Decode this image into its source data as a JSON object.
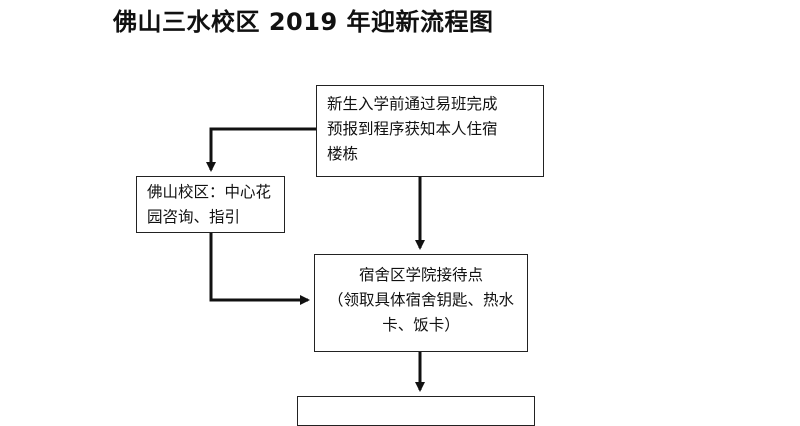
{
  "title": "佛山三水校区 2019 年迎新流程图",
  "steps": [
    {
      "lines": [
        "新生入学前通过易班完成",
        "预报到程序获知本人住宿",
        "楼栋"
      ]
    },
    {
      "lines": [
        "佛山校区：中心花",
        "园咨询、指引"
      ]
    },
    {
      "lines": [
        "宿舍区学院接待点",
        "（领取具体宿舍钥匙、热水",
        "卡、饭卡）"
      ]
    },
    {
      "lines": []
    }
  ],
  "connectors": [
    "step-1 → step-2",
    "step-1 → step-3",
    "step-2 → step-3",
    "step-3 → step-4"
  ]
}
